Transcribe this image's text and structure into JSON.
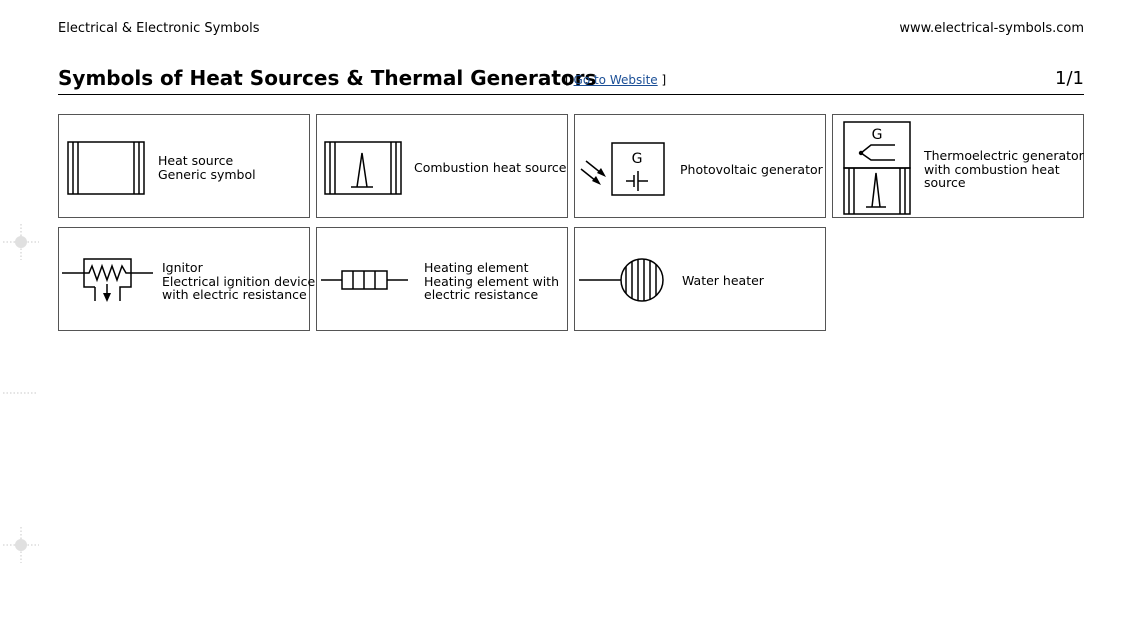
{
  "header": {
    "left_text": "Electrical & Electronic Symbols",
    "right_text": "www.electrical-symbols.com"
  },
  "title_bar": {
    "title": "Symbols of Heat Sources & Thermal Generators",
    "link_open": "[",
    "link_label": "Go to Website",
    "link_close": "]",
    "page_indicator": "1/1"
  },
  "symbols": [
    {
      "icon": "heat-source-icon",
      "lines": [
        "Heat source",
        "Generic symbol"
      ]
    },
    {
      "icon": "combustion-heat-source-icon",
      "lines": [
        "Combustion heat source"
      ]
    },
    {
      "icon": "photovoltaic-generator-icon",
      "glyph": "G",
      "lines": [
        "Photovoltaic generator"
      ]
    },
    {
      "icon": "thermoelectric-generator-icon",
      "glyph": "G",
      "lines": [
        "Thermoelectric generator",
        "with combustion heat",
        "source"
      ]
    },
    {
      "icon": "ignitor-icon",
      "lines": [
        "Ignitor",
        "Electrical ignition device",
        "with electric resistance"
      ]
    },
    {
      "icon": "heating-element-icon",
      "lines": [
        "Heating element",
        "Heating element with",
        "electric resistance"
      ]
    },
    {
      "icon": "water-heater-icon",
      "lines": [
        "Water heater"
      ]
    }
  ]
}
